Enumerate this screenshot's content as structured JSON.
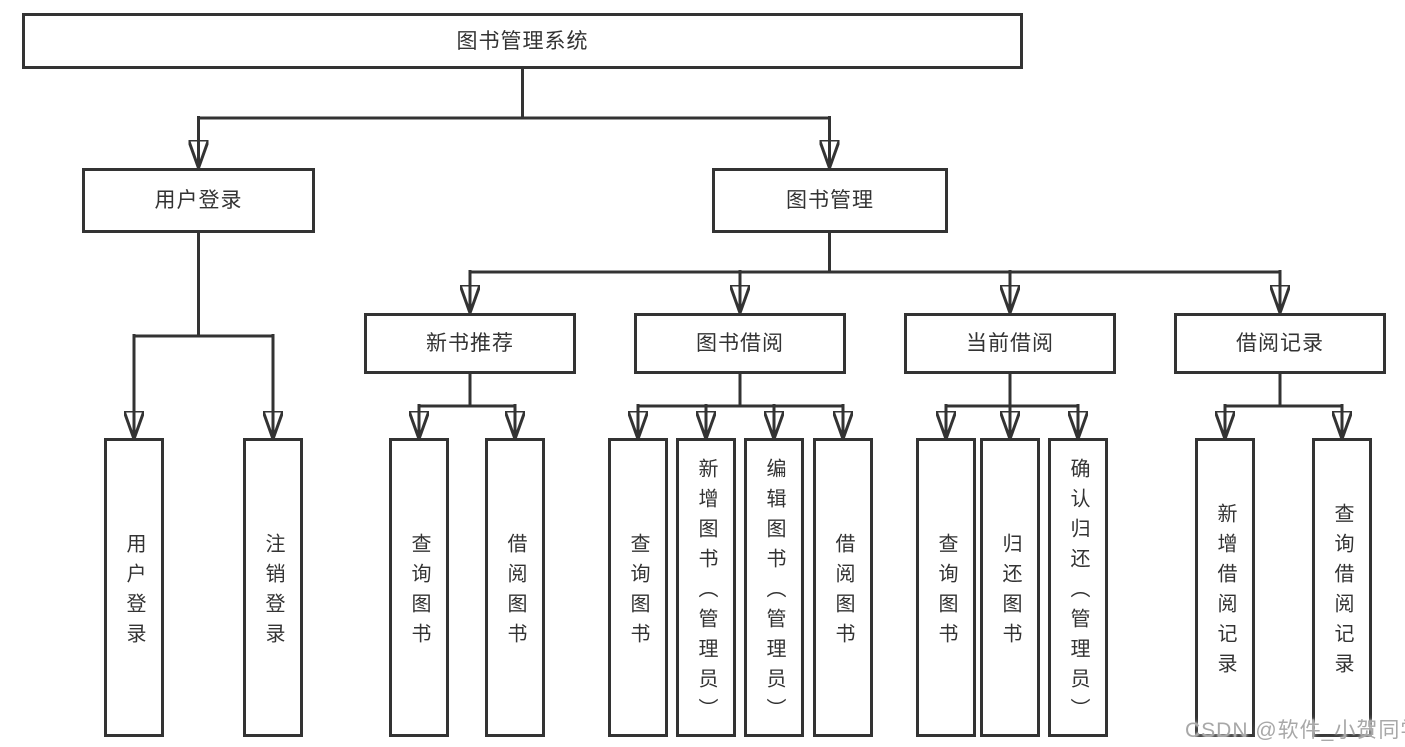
{
  "diagram": {
    "root": {
      "label": "图书管理系统"
    },
    "level2": [
      {
        "id": "user-login",
        "label": "用户登录"
      },
      {
        "id": "book-management",
        "label": "图书管理"
      }
    ],
    "level3": [
      {
        "id": "new-book-recommend",
        "label": "新书推荐",
        "parent": "图书管理"
      },
      {
        "id": "book-borrow",
        "label": "图书借阅",
        "parent": "图书管理"
      },
      {
        "id": "current-borrow",
        "label": "当前借阅",
        "parent": "图书管理"
      },
      {
        "id": "borrow-records",
        "label": "借阅记录",
        "parent": "图书管理"
      }
    ],
    "leaves": [
      {
        "parent": "用户登录",
        "label": "用户登录"
      },
      {
        "parent": "用户登录",
        "label": "注销登录"
      },
      {
        "parent": "新书推荐",
        "label": "查询图书"
      },
      {
        "parent": "新书推荐",
        "label": "借阅图书"
      },
      {
        "parent": "图书借阅",
        "label": "查询图书"
      },
      {
        "parent": "图书借阅",
        "label": "新增图书（管理员）"
      },
      {
        "parent": "图书借阅",
        "label": "编辑图书（管理员）"
      },
      {
        "parent": "图书借阅",
        "label": "借阅图书"
      },
      {
        "parent": "当前借阅",
        "label": "查询图书"
      },
      {
        "parent": "当前借阅",
        "label": "归还图书"
      },
      {
        "parent": "当前借阅",
        "label": "确认归还（管理员）"
      },
      {
        "parent": "借阅记录",
        "label": "新增借阅记录"
      },
      {
        "parent": "借阅记录",
        "label": "查询借阅记录"
      }
    ]
  },
  "watermark": {
    "text": "CSDN @软件_小贺同学",
    "color": "#a8a8a8"
  },
  "colors": {
    "line": "#333333",
    "box_border": "#333333",
    "text": "#333333",
    "background": "#ffffff"
  }
}
